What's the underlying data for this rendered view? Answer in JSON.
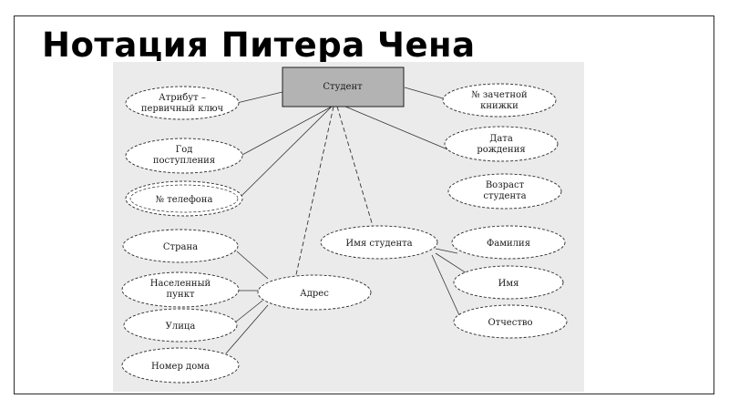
{
  "slide": {
    "title": "Нотация Питера Чена"
  },
  "diagram": {
    "entity": {
      "label": "Студент"
    },
    "attributes": {
      "key": [
        "Атрибут –",
        "первичный ключ"
      ],
      "year": [
        "Год",
        "поступления"
      ],
      "phone": [
        "№ телефона"
      ],
      "country": [
        "Страна"
      ],
      "settlement": [
        "Населенный",
        "пункт"
      ],
      "street": [
        "Улица"
      ],
      "house": [
        "Номер дома"
      ],
      "address": [
        "Адрес"
      ],
      "record_book": [
        "№ зачетной",
        "книжки"
      ],
      "birth_date": [
        "Дата",
        "рождения"
      ],
      "age": [
        "Возраст",
        "студента"
      ],
      "student_name": [
        "Имя студента"
      ],
      "surname": [
        "Фамилия"
      ],
      "first_name": [
        "Имя"
      ],
      "patronymic": [
        "Отчество"
      ]
    }
  }
}
